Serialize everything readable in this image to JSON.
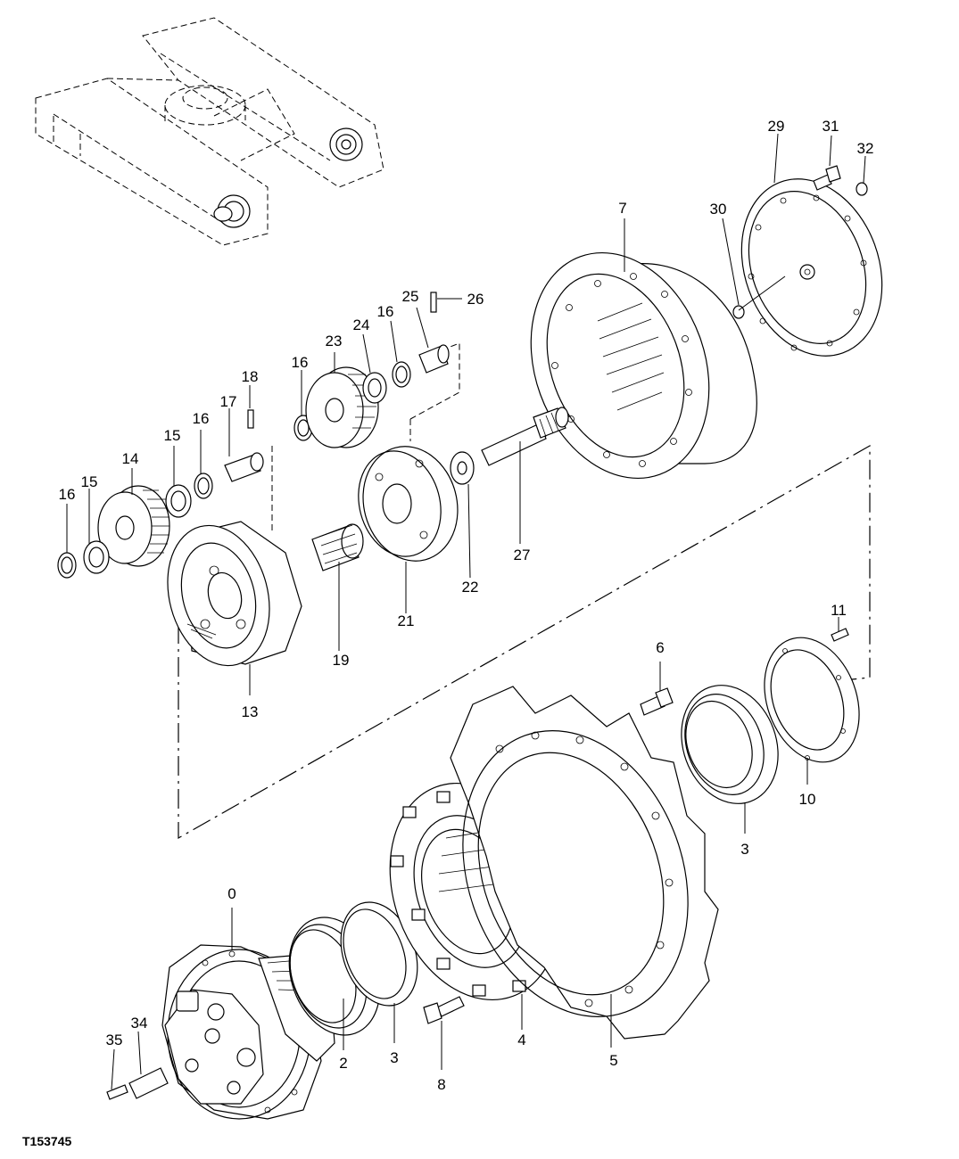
{
  "figure_id": "T153745",
  "parts": [
    {
      "key": "p0",
      "number": "0"
    },
    {
      "key": "p2",
      "number": "2"
    },
    {
      "key": "p3a",
      "number": "3"
    },
    {
      "key": "p3b",
      "number": "3"
    },
    {
      "key": "p4",
      "number": "4"
    },
    {
      "key": "p5",
      "number": "5"
    },
    {
      "key": "p6",
      "number": "6"
    },
    {
      "key": "p7",
      "number": "7"
    },
    {
      "key": "p8",
      "number": "8"
    },
    {
      "key": "p10",
      "number": "10"
    },
    {
      "key": "p11",
      "number": "11"
    },
    {
      "key": "p13",
      "number": "13"
    },
    {
      "key": "p14",
      "number": "14"
    },
    {
      "key": "p15a",
      "number": "15"
    },
    {
      "key": "p15b",
      "number": "15"
    },
    {
      "key": "p16a",
      "number": "16"
    },
    {
      "key": "p16b",
      "number": "16"
    },
    {
      "key": "p16c",
      "number": "16"
    },
    {
      "key": "p16d",
      "number": "16"
    },
    {
      "key": "p17",
      "number": "17"
    },
    {
      "key": "p18",
      "number": "18"
    },
    {
      "key": "p19",
      "number": "19"
    },
    {
      "key": "p21",
      "number": "21"
    },
    {
      "key": "p22",
      "number": "22"
    },
    {
      "key": "p23",
      "number": "23"
    },
    {
      "key": "p24",
      "number": "24"
    },
    {
      "key": "p25",
      "number": "25"
    },
    {
      "key": "p26",
      "number": "26"
    },
    {
      "key": "p27",
      "number": "27"
    },
    {
      "key": "p29",
      "number": "29"
    },
    {
      "key": "p30",
      "number": "30"
    },
    {
      "key": "p31",
      "number": "31"
    },
    {
      "key": "p32",
      "number": "32"
    },
    {
      "key": "p34",
      "number": "34"
    },
    {
      "key": "p35",
      "number": "35"
    }
  ]
}
